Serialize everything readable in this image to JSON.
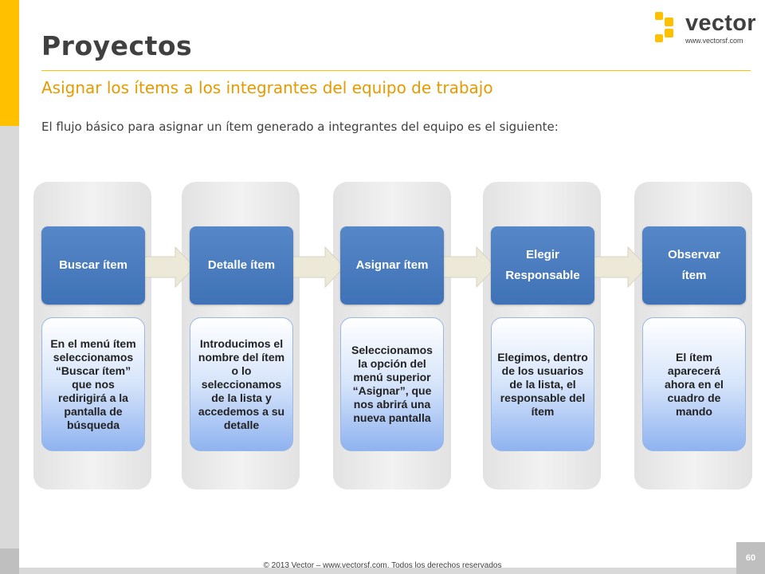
{
  "title": "Proyectos",
  "subtitle": "Asignar los ítems a los integrantes del equipo de trabajo",
  "intro": "El flujo básico para asignar un ítem generado a integrantes del equipo es el siguiente:",
  "logo": {
    "name": "vector",
    "url": "www.vectorsf.com",
    "icon": "vector-logo-icon"
  },
  "steps": [
    {
      "title": "Buscar ítem",
      "desc": "En el menú ítem seleccionamos “Buscar ítem” que nos redirigirá a la pantalla de búsqueda"
    },
    {
      "title": "Detalle ítem",
      "desc": "Introducimos el nombre del ítem o lo seleccionamos de la lista y accedemos a su detalle"
    },
    {
      "title": "Asignar ítem",
      "desc": "Seleccionamos la opción del menú superior “Asignar”, que nos abrirá una nueva pantalla"
    },
    {
      "title": "Elegir Responsable",
      "desc": "Elegimos, dentro de los usuarios de la lista, el responsable del ítem"
    },
    {
      "title": "Observar ítem",
      "desc": "El ítem aparecerá ahora en el cuadro de mando"
    }
  ],
  "footer": "© 2013 Vector – www.vectorsf.com. Todos los derechos reservados",
  "page_number": "60",
  "colors": {
    "accent": "#FFC000",
    "subtitle": "#E59A00",
    "step": "#4A7EC2",
    "text": "#404040"
  }
}
